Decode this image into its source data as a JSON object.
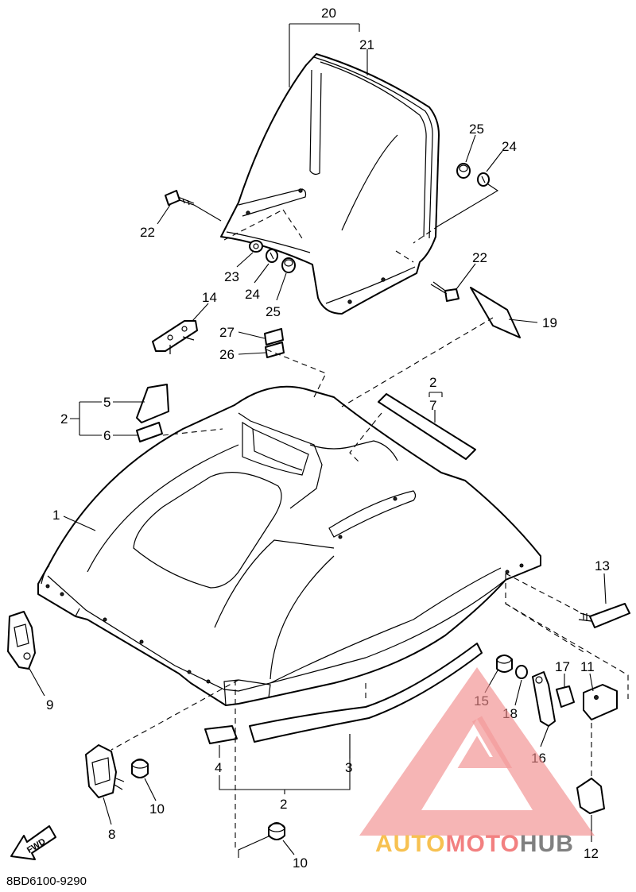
{
  "diagram": {
    "code": "8BD6100-9290",
    "fwd_label": "FWD",
    "labels": {
      "l1": "1",
      "l2_left": "2",
      "l2_top": "2",
      "l2_bottom": "2",
      "l3": "3",
      "l4": "4",
      "l5": "5",
      "l6": "6",
      "l7": "7",
      "l8": "8",
      "l9": "9",
      "l10_a": "10",
      "l10_b": "10",
      "l11": "11",
      "l12": "12",
      "l13": "13",
      "l14": "14",
      "l15": "15",
      "l16": "16",
      "l17": "17",
      "l18": "18",
      "l19": "19",
      "l20": "20",
      "l21": "21",
      "l22_a": "22",
      "l22_b": "22",
      "l23": "23",
      "l24_a": "24",
      "l24_b": "24",
      "l25_a": "25",
      "l25_b": "25",
      "l26": "26",
      "l27": "27"
    }
  },
  "watermark": {
    "brand_auto": "AUTO",
    "brand_moto": "MOTO",
    "brand_hub": "HUB",
    "colors": {
      "auto": "#f6b733",
      "moto": "#f06a6a",
      "hub": "#6b6b6b",
      "triangle": "#f28b8b"
    }
  }
}
